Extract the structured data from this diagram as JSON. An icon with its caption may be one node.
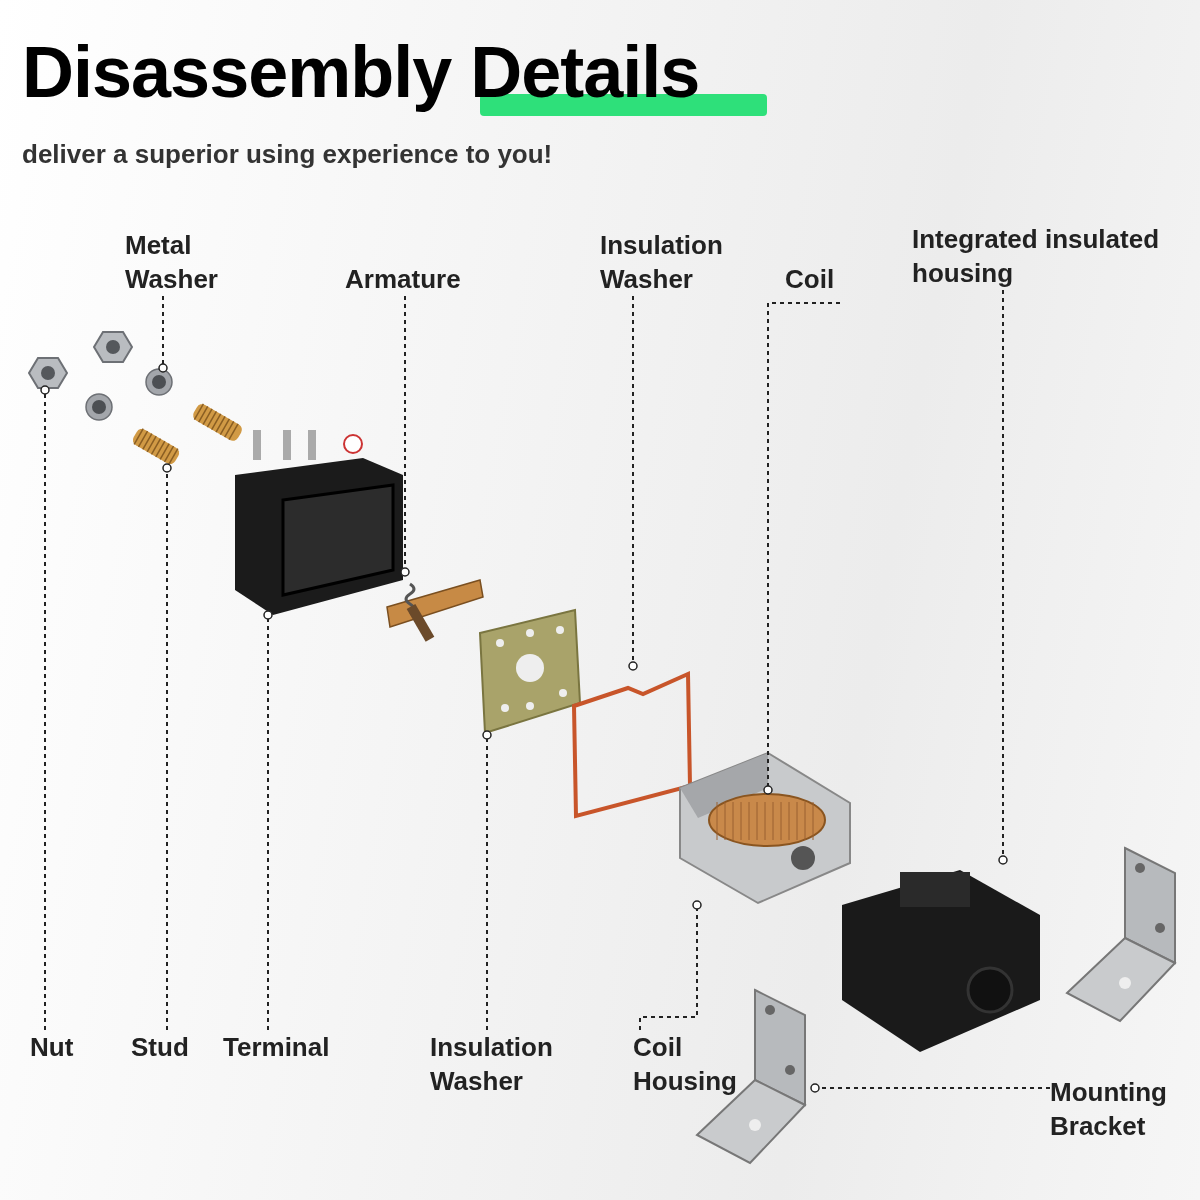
{
  "diagram": {
    "title": "Disassembly Details",
    "nodes": [
      {
        "text": [
          "Metal Washer"
        ]
      },
      {
        "text": [
          "Armature"
        ]
      },
      {
        "text": [
          "Insulation Washer"
        ]
      },
      {
        "text": [
          "Coil"
        ]
      },
      {
        "text": [
          "Integrated insulated housing"
        ]
      },
      {
        "text": [
          "Nut"
        ]
      },
      {
        "text": [
          "Stud"
        ]
      },
      {
        "text": [
          "Terminal"
        ]
      },
      {
        "text": [
          "Insulation Washer"
        ]
      },
      {
        "text": [
          "Coil Housing"
        ]
      },
      {
        "text": [
          "Mounting Bracket"
        ]
      },
      {
        "text": [],
        "shape": "picture"
      },
      {
        "text": [],
        "shape": "picture"
      },
      {
        "text": [],
        "shape": "picture"
      },
      {
        "text": [],
        "shape": "picture"
      },
      {
        "text": [],
        "shape": "picture"
      },
      {
        "text": [],
        "shape": "picture"
      },
      {
        "text": [],
        "shape": "picture"
      },
      {
        "text": [],
        "shape": "picture"
      },
      {
        "text": [],
        "shape": "picture",
        "in": 18
      },
      {
        "text": [],
        "shape": "picture"
      },
      {
        "text": [],
        "shape": "picture"
      }
    ],
    "edges": [
      {
        "from": 0,
        "to": 12,
        "arrow": "other",
        "style": "dashed"
      },
      {
        "from": 1,
        "to": 15,
        "arrow": "other",
        "style": "dashed"
      },
      {
        "from": 2,
        "to": 17,
        "arrow": "other",
        "style": "dashed"
      },
      {
        "from": 3,
        "to": 19,
        "arrow": "other",
        "style": "dashed"
      },
      {
        "from": 4,
        "to": 20,
        "arrow": "other",
        "style": "dashed"
      },
      {
        "from": 5,
        "to": 11,
        "arrow": "other",
        "style": "dashed"
      },
      {
        "from": 6,
        "to": 13,
        "arrow": "other",
        "style": "dashed"
      },
      {
        "from": 7,
        "to": 14,
        "arrow": "other",
        "style": "dashed"
      },
      {
        "from": 8,
        "to": 16,
        "arrow": "other",
        "style": "dashed"
      },
      {
        "from": 9,
        "to": 18,
        "arrow": "other",
        "style": "dashed"
      },
      {
        "from": 10,
        "to": 21,
        "arrow": "other",
        "style": "dashed"
      }
    ],
    "labels": [
      "deliver a superior using experience to you!"
    ]
  }
}
